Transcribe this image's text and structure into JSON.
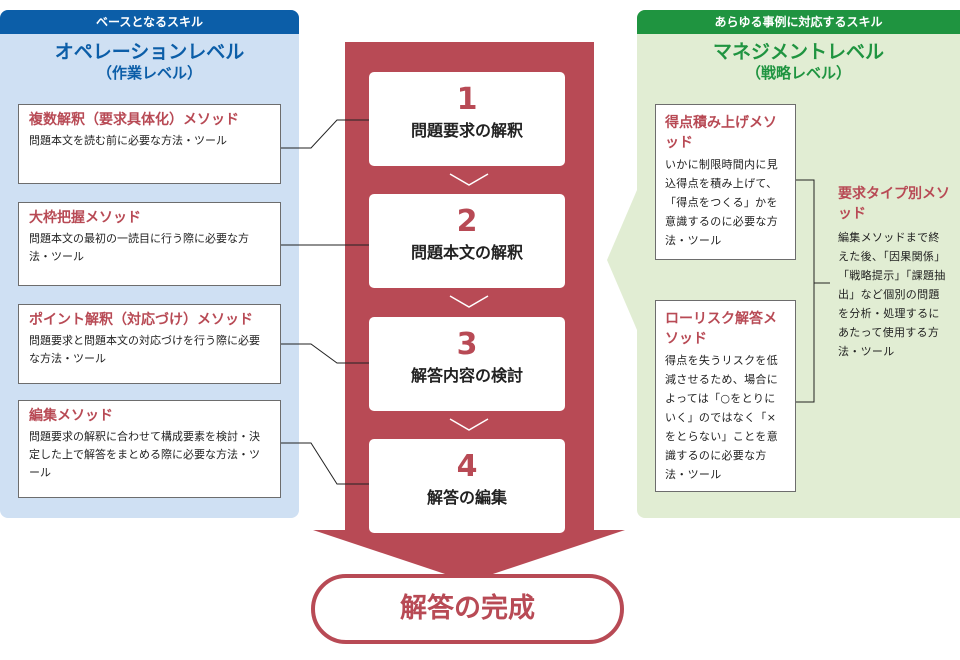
{
  "colors": {
    "operation_blue": "#0c5ea8",
    "operation_bg": "#cfe0f3",
    "management_green": "#1f9440",
    "management_bg": "#e1edd3",
    "arrow_red": "#b84a55"
  },
  "operation_panel": {
    "header": "ベースとなるスキル",
    "title": "オペレーションレベル",
    "subtitle": "（作業レベル）",
    "methods": [
      {
        "title": "複数解釈（要求具体化）メソッド",
        "desc": "問題本文を読む前に必要な方法・ツール"
      },
      {
        "title": "大枠把握メソッド",
        "desc": "問題本文の最初の一読目に行う際に必要な方法・ツール"
      },
      {
        "title": "ポイント解釈（対応づけ）メソッド",
        "desc": "問題要求と問題本文の対応づけを行う際に必要な方法・ツール"
      },
      {
        "title": "編集メソッド",
        "desc": "問題要求の解釈に合わせて構成要素を検討・決定した上で解答をまとめる際に必要な方法・ツール"
      }
    ]
  },
  "steps": [
    {
      "number": "1",
      "label": "問題要求の解釈"
    },
    {
      "number": "2",
      "label": "問題本文の解釈"
    },
    {
      "number": "3",
      "label": "解答内容の検討"
    },
    {
      "number": "4",
      "label": "解答の編集"
    }
  ],
  "result": "解答の完成",
  "management_panel": {
    "header": "あらゆる事例に対応するスキル",
    "title": "マネジメントレベル",
    "subtitle": "（戦略レベル）",
    "methods": [
      {
        "title": "得点積み上げメソッド",
        "desc": "いかに制限時間内に見込得点を積み上げて、「得点をつくる」かを意識するのに必要な方法・ツール"
      },
      {
        "title": "ローリスク解答メソッド",
        "desc": "得点を失うリスクを低減させるため、場合によっては「○をとりにいく」のではなく「×をとらない」ことを意識するのに必要な方法・ツール"
      }
    ],
    "type_method": {
      "title": "要求タイプ別メソッド",
      "desc": "編集メソッドまで終えた後、「因果関係」「戦略提示」「課題抽出」など個別の問題を分析・処理するにあたって使用する方法・ツール"
    }
  }
}
